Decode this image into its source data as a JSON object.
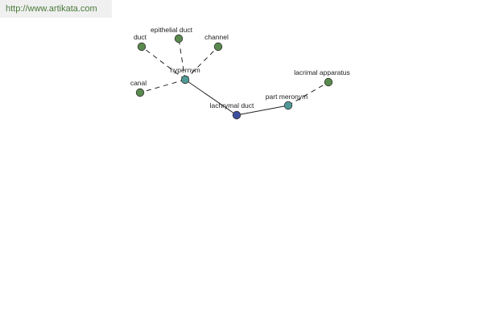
{
  "header": {
    "url_text": "http://www.artikata.com"
  },
  "colors": {
    "word_node": "#5a8a4e",
    "relation_node": "#4f9a96",
    "focus_node": "#3e4fa0",
    "url_text": "#4a7a3a"
  },
  "graph": {
    "nodes": {
      "lachrymal_duct": {
        "label": "lachrymal duct",
        "kind": "focus"
      },
      "hypernym": {
        "label": "hypernym",
        "kind": "relation"
      },
      "part_meronym": {
        "label": "part meronym",
        "kind": "relation"
      },
      "duct": {
        "label": "duct",
        "kind": "word"
      },
      "epithelial_duct": {
        "label": "epithelial duct",
        "kind": "word"
      },
      "channel": {
        "label": "channel",
        "kind": "word"
      },
      "canal": {
        "label": "canal",
        "kind": "word"
      },
      "lacrimal_apparatus": {
        "label": "lacrimal apparatus",
        "kind": "word"
      }
    },
    "edges": [
      {
        "from": "lachrymal_duct",
        "to": "hypernym",
        "style": "solid"
      },
      {
        "from": "lachrymal_duct",
        "to": "part_meronym",
        "style": "solid"
      },
      {
        "from": "hypernym",
        "to": "duct",
        "style": "dashed"
      },
      {
        "from": "hypernym",
        "to": "epithelial_duct",
        "style": "dashed"
      },
      {
        "from": "hypernym",
        "to": "channel",
        "style": "dashed"
      },
      {
        "from": "hypernym",
        "to": "canal",
        "style": "dashed"
      },
      {
        "from": "part_meronym",
        "to": "lacrimal_apparatus",
        "style": "dashed"
      }
    ]
  }
}
